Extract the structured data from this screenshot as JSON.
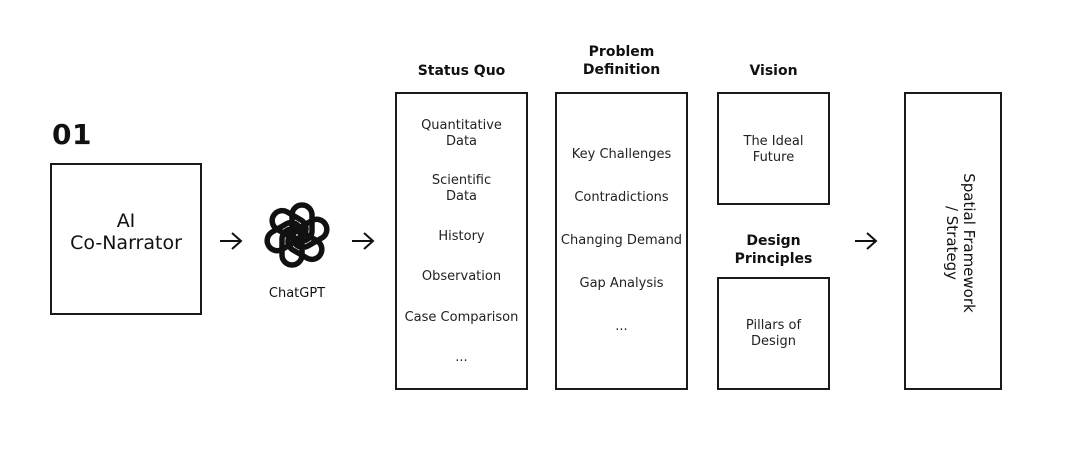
{
  "step": {
    "number": "01"
  },
  "ai": {
    "label_line1": "AI",
    "label_line2": "Co-Narrator"
  },
  "chatgpt": {
    "caption": "ChatGPT",
    "icon": "openai-logo-icon"
  },
  "status_quo": {
    "title": "Status Quo",
    "items": [
      {
        "line1": "Quantitative",
        "line2": "Data"
      },
      {
        "line1": "Scientific",
        "line2": "Data"
      },
      {
        "line1": "History",
        "line2": ""
      },
      {
        "line1": "Observation",
        "line2": ""
      },
      {
        "line1": "Case Comparison",
        "line2": ""
      },
      {
        "line1": "...",
        "line2": ""
      }
    ]
  },
  "problem_definition": {
    "title_line1": "Problem",
    "title_line2": "Definition",
    "items": [
      "Key Challenges",
      "Contradictions",
      "Changing Demand",
      "Gap Analysis",
      "..."
    ]
  },
  "vision": {
    "title": "Vision",
    "body_line1": "The Ideal",
    "body_line2": "Future"
  },
  "design_principles": {
    "title_line1": "Design",
    "title_line2": "Principles",
    "body_line1": "Pillars of",
    "body_line2": "Design"
  },
  "spatial": {
    "line1": "Spatial Framework",
    "line2": "/ Strategy"
  },
  "arrows": {
    "icon": "arrow-right-icon"
  }
}
